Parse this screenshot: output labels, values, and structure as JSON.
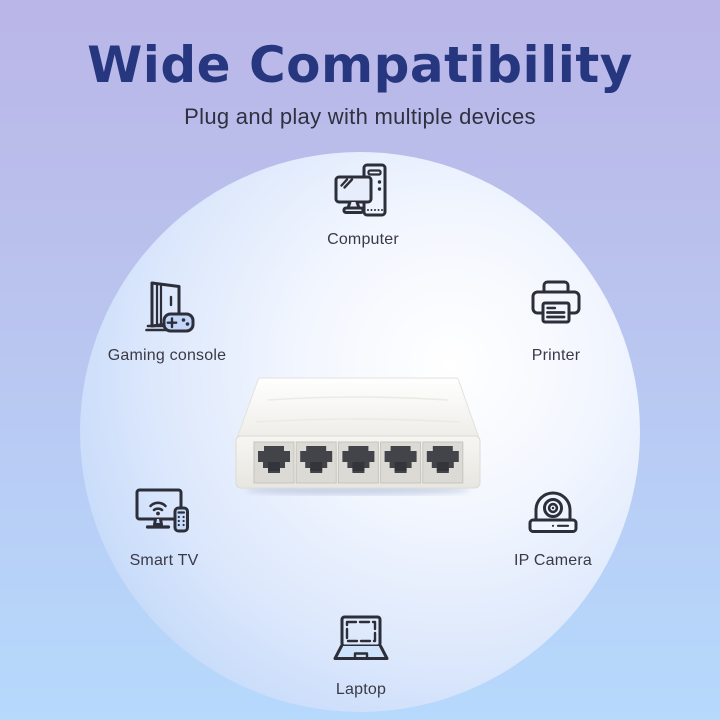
{
  "header": {
    "title": "Wide Compatibility",
    "subtitle": "Plug and play with multiple devices"
  },
  "devices": [
    {
      "id": "computer",
      "label": "Computer",
      "icon": "computer-icon"
    },
    {
      "id": "gaming-console",
      "label": "Gaming console",
      "icon": "gaming-console-icon"
    },
    {
      "id": "printer",
      "label": "Printer",
      "icon": "printer-icon"
    },
    {
      "id": "smart-tv",
      "label": "Smart TV",
      "icon": "smart-tv-icon"
    },
    {
      "id": "ip-camera",
      "label": "IP Camera",
      "icon": "ip-camera-icon"
    },
    {
      "id": "laptop",
      "label": "Laptop",
      "icon": "laptop-icon"
    }
  ],
  "center_product": {
    "description": "white 5-port ethernet network switch photo",
    "port_count": 5
  },
  "colors": {
    "background_top": "#bab6e8",
    "background_bottom": "#b6d9fc",
    "circle_highlight": "#ffffff",
    "circle_edge": "#b9d3f8",
    "title_text": "#27377f",
    "subtitle_text": "#2e3140",
    "device_label_text": "#3a3a46",
    "icon_stroke": "#2c2f3a",
    "switch_body": "#f3f2ee",
    "switch_port": "#43444a",
    "switch_pins_gold": "#bfa04b"
  }
}
